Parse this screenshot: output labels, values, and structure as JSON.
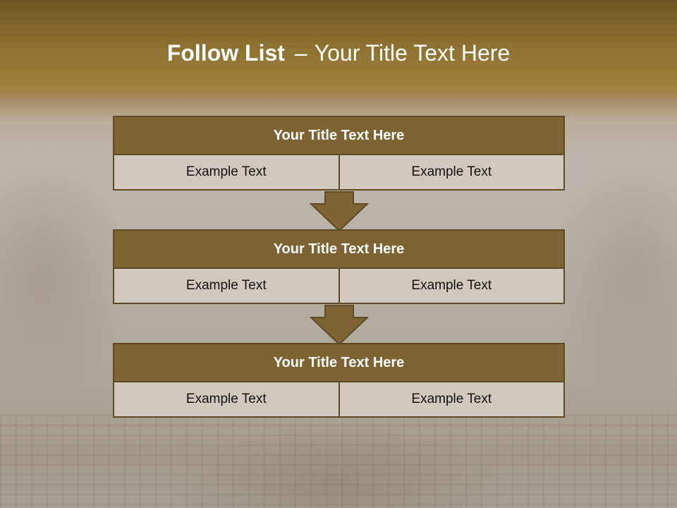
{
  "slide": {
    "title_bold": "Follow List",
    "title_separator": "–",
    "title_rest": "Your Title Text Here",
    "blocks": [
      {
        "title": "Your Title Text Here",
        "left": "Example Text",
        "right": "Example Text"
      },
      {
        "title": "Your Title Text Here",
        "left": "Example Text",
        "right": "Example Text"
      },
      {
        "title": "Your Title Text Here",
        "left": "Example Text",
        "right": "Example Text"
      }
    ],
    "arrows": [
      "down-arrow-icon",
      "down-arrow-icon"
    ]
  },
  "colors": {
    "header_fill": "#7e6433",
    "border": "#5e4a24",
    "cell_fill": "#d2c9be",
    "top_band": "#9f8039"
  }
}
